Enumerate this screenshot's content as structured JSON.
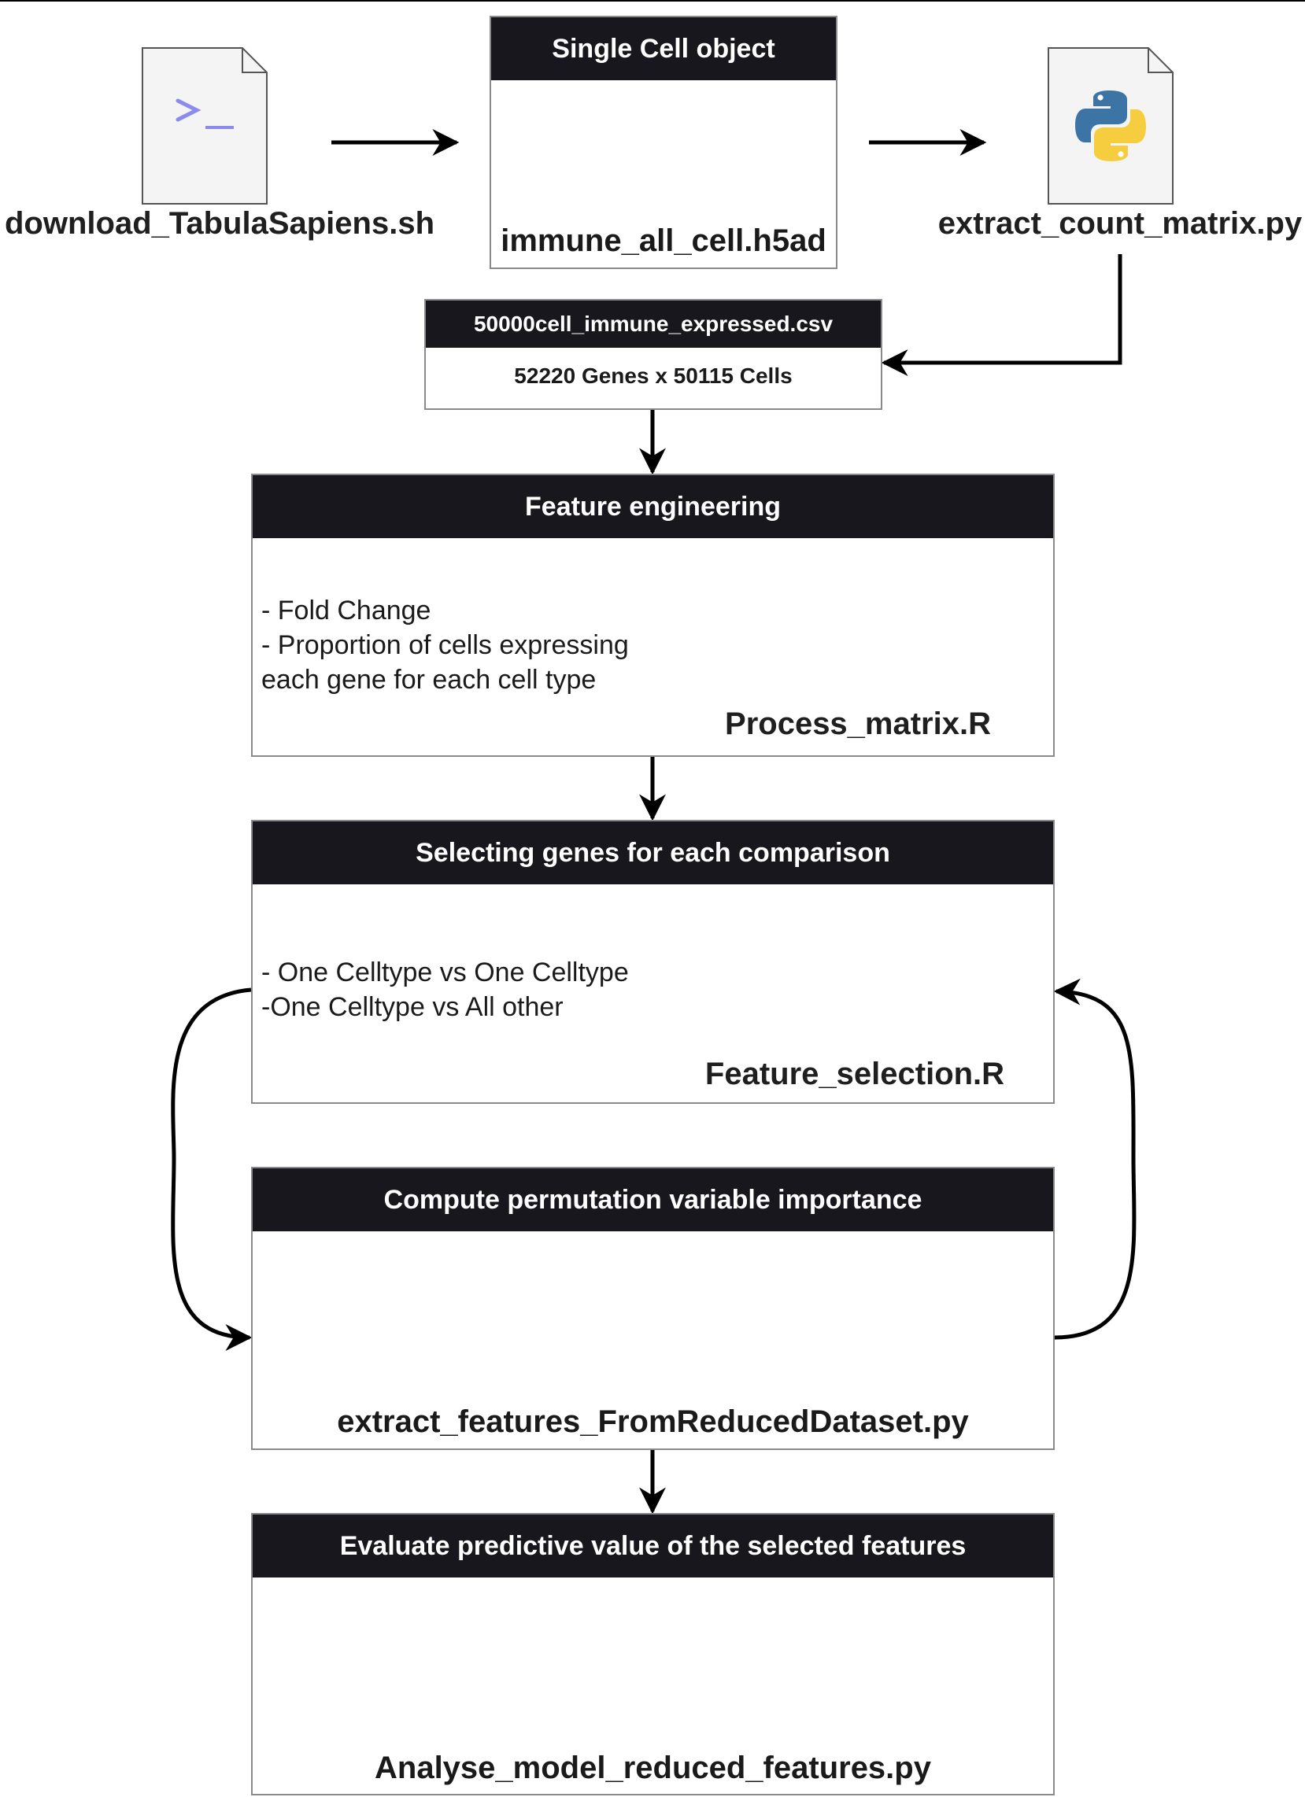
{
  "nodes": {
    "download": {
      "label": "download_TabulaSapiens.sh",
      "icon": "terminal-file-icon"
    },
    "single_cell": {
      "title": "Single Cell object",
      "file": "immune_all_cell.h5ad",
      "icon": "database-cylinder-icon"
    },
    "extract": {
      "label": "extract_count_matrix.py",
      "icon": "python-file-icon"
    },
    "matrix": {
      "title": "50000cell_immune_expressed.csv",
      "dims": "52220 Genes x 50115 Cells"
    },
    "feature_eng": {
      "title": "Feature engineering",
      "bullets": [
        "- Fold Change",
        "- Proportion of cells expressing",
        "each gene for each cell type"
      ],
      "script": "Process_matrix.R",
      "icon": "r-file-icon"
    },
    "gene_select": {
      "title": "Selecting genes for each comparison",
      "bullets": [
        "- One Celltype vs One Celltype",
        "-One Celltype vs All other"
      ],
      "script": "Feature_selection.R",
      "icon": "r-file-icon"
    },
    "permutation": {
      "title": "Compute permutation variable importance",
      "script": "extract_features_FromReducedDataset.py",
      "icon": "python-file-icon"
    },
    "evaluate": {
      "title": "Evaluate predictive value of the selected features",
      "script": "Analyse_model_reduced_features.py",
      "icon": "python-file-icon"
    }
  },
  "colors": {
    "header_bg": "#18171d",
    "border": "#8a8a8a",
    "file_fill": "#f4f4f4",
    "terminal_prompt": "#8b8bef",
    "python_blue": "#3c74a6",
    "python_yellow": "#f5cd3e",
    "r_blue": "#2164b8",
    "r_grey": "#a5a7ac"
  }
}
